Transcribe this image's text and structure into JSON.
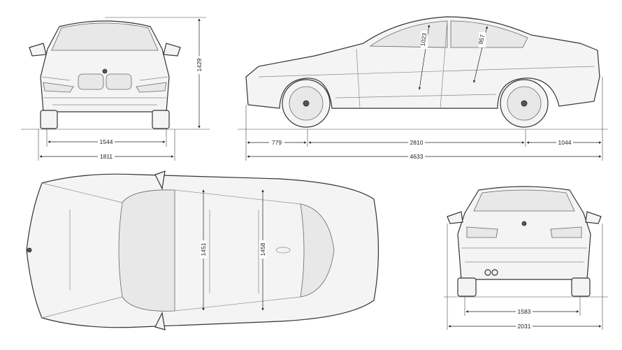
{
  "title": "Vehicle dimensions drawing",
  "views": {
    "front": {
      "height": "1429",
      "track_front": "1544",
      "width": "1811"
    },
    "side": {
      "front_headroom": "1023",
      "rear_headroom": "957",
      "front_overhang": "779",
      "wheelbase": "2810",
      "rear_overhang": "1044",
      "length": "4633"
    },
    "top": {
      "front_shoulder_width": "1451",
      "rear_shoulder_width": "1458"
    },
    "rear": {
      "track_rear": "1583",
      "width_with_mirrors": "2031"
    }
  }
}
